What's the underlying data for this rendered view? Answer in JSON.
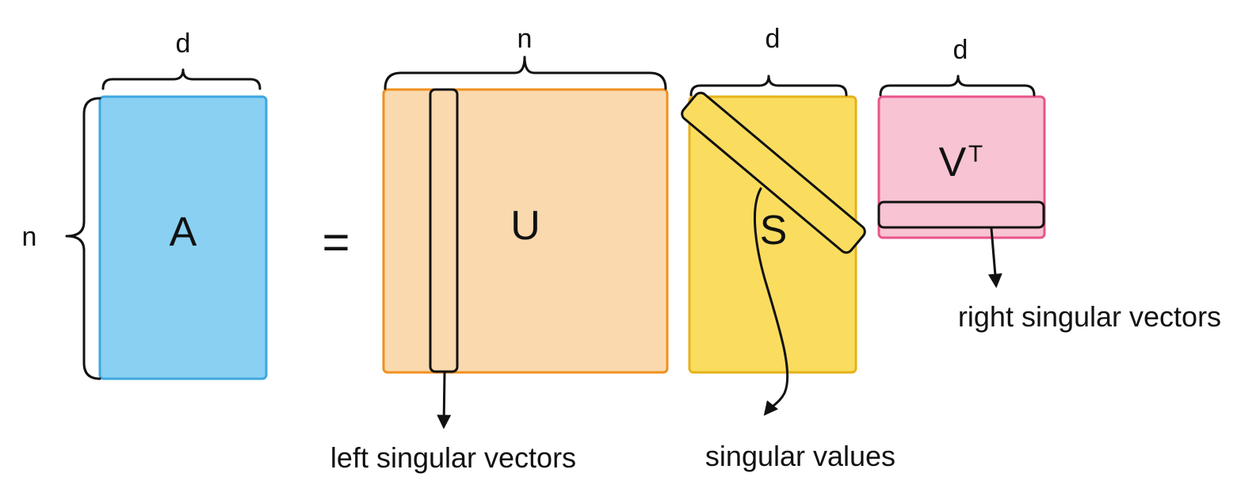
{
  "colors": {
    "matrix_a": "#8ad0f3",
    "matrix_a_border": "#3ea7df",
    "matrix_u": "#fad9ae",
    "matrix_u_border": "#f0901e",
    "matrix_s": "#fadd5f",
    "matrix_s_border": "#e6b21a",
    "matrix_vt": "#f8c3d3",
    "matrix_vt_border": "#e8558a"
  },
  "matrices": {
    "a": {
      "label": "A",
      "width_dim": "d",
      "height_dim": "n"
    },
    "u": {
      "label": "U",
      "width_dim": "n"
    },
    "s": {
      "label": "S",
      "width_dim": "d"
    },
    "vt": {
      "label": "V",
      "superscript": "T",
      "width_dim": "d"
    }
  },
  "equals": "=",
  "annotations": {
    "left": "left singular vectors",
    "singular": "singular values",
    "right": "right singular vectors"
  }
}
